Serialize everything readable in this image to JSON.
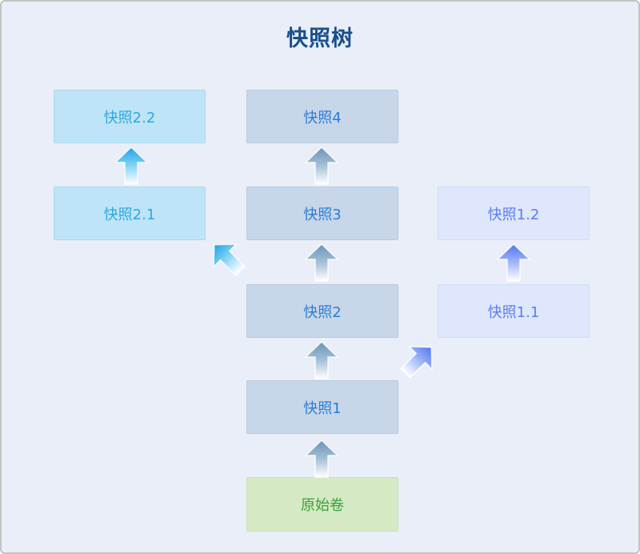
{
  "title": "快照树",
  "colors": {
    "background": "#e9eef8",
    "frame_border": "#c2c2c2",
    "title_text": "#1b4e8c",
    "cyan_node_bg": "#bfe4f7",
    "cyan_node_text": "#29a9e1",
    "steel_node_bg": "#c8d6ea",
    "steel_node_text": "#2a7dd4",
    "lavender_node_bg": "#dee7fb",
    "lavender_node_text": "#5b7cf0",
    "green_node_bg": "#d6e9c5",
    "green_node_text": "#3aa23a",
    "arrow_steel": "#6b93b8",
    "arrow_cyan": "#17a4e8",
    "arrow_periwinkle": "#4f74ee"
  },
  "nodes": [
    {
      "id": "snapshot-2-2",
      "label": "快照2.2",
      "style": "cyan"
    },
    {
      "id": "snapshot-4",
      "label": "快照4",
      "style": "steel"
    },
    {
      "id": "snapshot-2-1",
      "label": "快照2.1",
      "style": "cyan"
    },
    {
      "id": "snapshot-3",
      "label": "快照3",
      "style": "steel"
    },
    {
      "id": "snapshot-1-2",
      "label": "快照1.2",
      "style": "lavender"
    },
    {
      "id": "snapshot-2",
      "label": "快照2",
      "style": "steel"
    },
    {
      "id": "snapshot-1-1",
      "label": "快照1.1",
      "style": "lavender"
    },
    {
      "id": "snapshot-1",
      "label": "快照1",
      "style": "steel"
    },
    {
      "id": "origin-volume",
      "label": "原始卷",
      "style": "green"
    }
  ],
  "edges": [
    {
      "from": "原始卷",
      "to": "快照1",
      "direction": "up",
      "color": "#6b93b8"
    },
    {
      "from": "快照1",
      "to": "快照2",
      "direction": "up",
      "color": "#6b93b8"
    },
    {
      "from": "快照2",
      "to": "快照3",
      "direction": "up",
      "color": "#6b93b8"
    },
    {
      "from": "快照3",
      "to": "快照4",
      "direction": "up",
      "color": "#6b93b8"
    },
    {
      "from": "快照2.1",
      "to": "快照2.2",
      "direction": "up",
      "color": "#17a4e8"
    },
    {
      "from": "快照2",
      "to": "快照2.1",
      "direction": "up-left",
      "color": "#17a4e8"
    },
    {
      "from": "快照1.1",
      "to": "快照1.2",
      "direction": "up",
      "color": "#4f74ee"
    },
    {
      "from": "快照1",
      "to": "快照1.1",
      "direction": "up-right",
      "color": "#4f74ee"
    }
  ]
}
